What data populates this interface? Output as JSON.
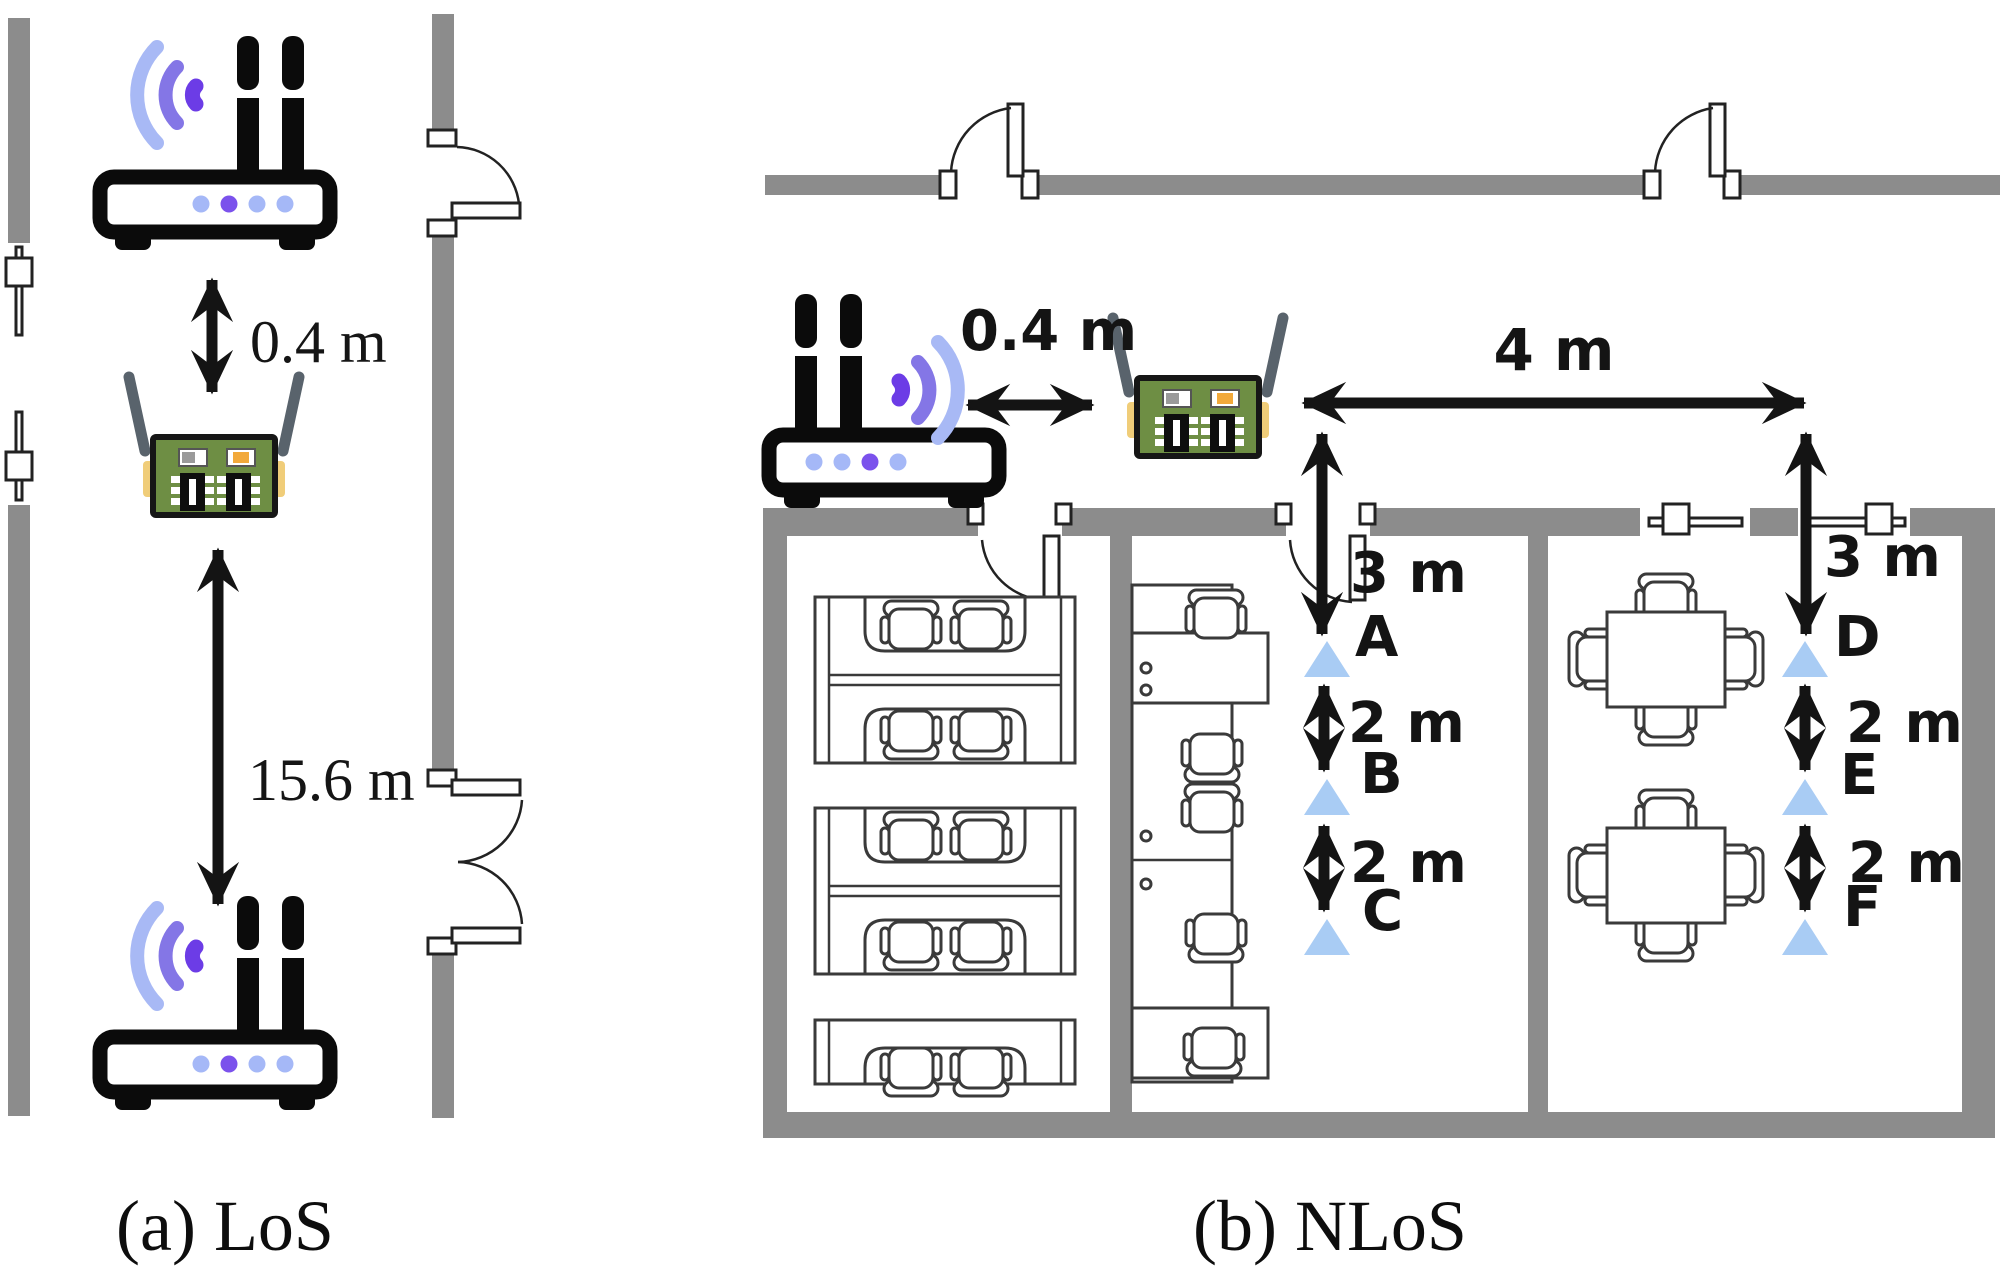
{
  "figure": {
    "panel_a": {
      "caption": "(a) LoS",
      "labels": {
        "tx_to_rx": "0.4 m",
        "rx_to_tx2": "15.6 m"
      }
    },
    "panel_b": {
      "caption": "(b) NLoS",
      "labels": {
        "tx_to_rx": "0.4 m",
        "horizontal_span": "4 m",
        "wall_to_A": "3 m",
        "wall_to_D": "3 m",
        "A_to_B": "2 m",
        "B_to_C": "2 m",
        "D_to_E": "2 m",
        "E_to_F": "2 m"
      },
      "positions": [
        "A",
        "B",
        "C",
        "D",
        "E",
        "F"
      ]
    },
    "colors": {
      "wall_gray": "#8c8c8c",
      "wifi_wave_outer": "#a8b9f5",
      "wifi_wave_mid": "#8476e6",
      "wifi_wave_inner": "#6c3ce6",
      "led_blue": "#a5b8f7",
      "led_purple": "#7b52ec",
      "position_marker_blue": "#a9ccf4",
      "pcb_green": "#6e8e44",
      "antenna_gray": "#59636c",
      "connector_yellow": "#f0cd79",
      "component_orange": "#f2a93b"
    },
    "icons": [
      "wifi-router-icon",
      "wifi-signal-icon",
      "csi-receiver-board-icon",
      "door-icon",
      "window-icon",
      "desk-cluster-icon",
      "cubicle-desks-icon",
      "meeting-table-icon",
      "chair-icon",
      "position-marker-triangle",
      "dimension-arrow"
    ]
  }
}
